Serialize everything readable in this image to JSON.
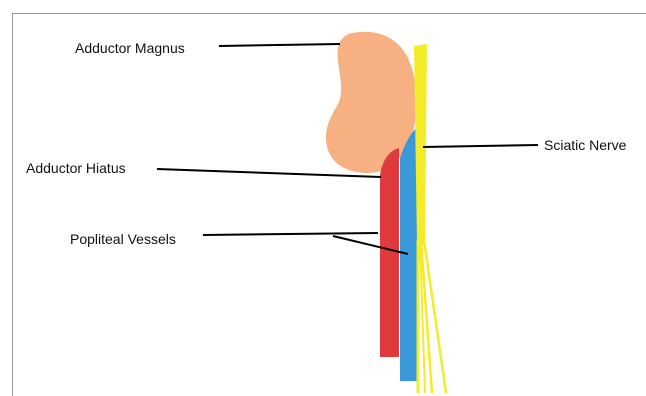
{
  "labels": {
    "adductor_magnus": "Adductor Magnus",
    "adductor_hiatus": "Adductor Hiatus",
    "popliteal_vessels": "Popliteal Vessels",
    "sciatic_nerve": "Sciatic Nerve"
  },
  "colors": {
    "muscle": "#f7b081",
    "nerve": "#f2ec2b",
    "artery": "#e03a3e",
    "vein": "#3a9ad9",
    "leader_line": "#000000",
    "frame": "#9a9a9a"
  }
}
